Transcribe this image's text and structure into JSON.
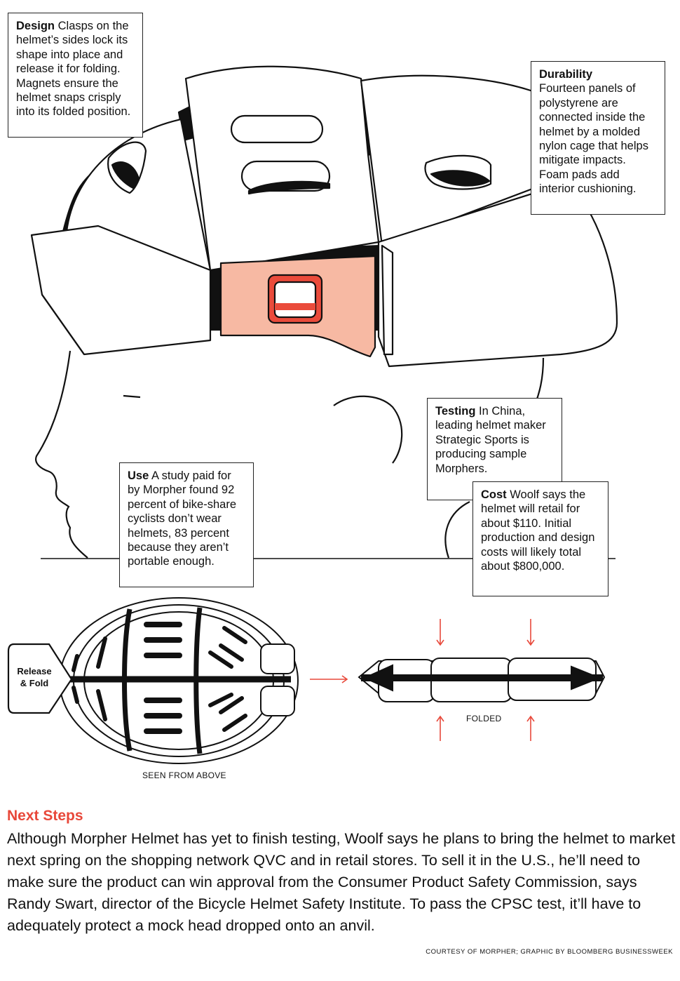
{
  "callouts": {
    "design": {
      "title": "Design",
      "text": "Clasps on the helmet’s sides lock its shape into place and release it for folding. Magnets ensure the helmet snaps crisply into its folded position."
    },
    "durability": {
      "title": "Durability",
      "text": "Fourteen panels of polystyrene are connected inside the helmet by a molded nylon cage that helps mitigate impacts. Foam pads add interior cushioning."
    },
    "testing": {
      "title": "Testing",
      "text": "In China, leading helmet maker Strategic Sports is producing sample Morphers."
    },
    "use": {
      "title": "Use",
      "text": "A study paid for by Morpher found 92 percent of bike-share cyclists don’t wear helmets, 83 percent because they aren’t portable enough."
    },
    "cost": {
      "title": "Cost",
      "text": "Woolf says the helmet will retail for about $110. Initial production and design costs will likely total about $800,000."
    }
  },
  "labels": {
    "release_fold": "Release & Fold",
    "seen_from_above": "SEEN FROM ABOVE",
    "folded": "FOLDED"
  },
  "next_steps": {
    "title": "Next Steps",
    "body": "Although Morpher Helmet has yet to finish testing, Woolf says he plans to bring the helmet to market next spring on the shopping network QVC and in retail stores. To sell it in the U.S., he’ll need to make sure the product can win approval from the Consumer Product Safety Commission, says Randy Swart, director of the Bicycle Helmet Safety Institute. To pass the CPSC test, it’ll have to adequately protect a mock head dropped onto an anvil."
  },
  "credit": "COURTESY OF MORPHER; GRAPHIC BY BLOOMBERG BUSINESSWEEK",
  "colors": {
    "accent": "#e8483a",
    "clasp_fill": "#f7b9a3",
    "clasp_red": "#ea4b3b",
    "ink": "#111111"
  }
}
